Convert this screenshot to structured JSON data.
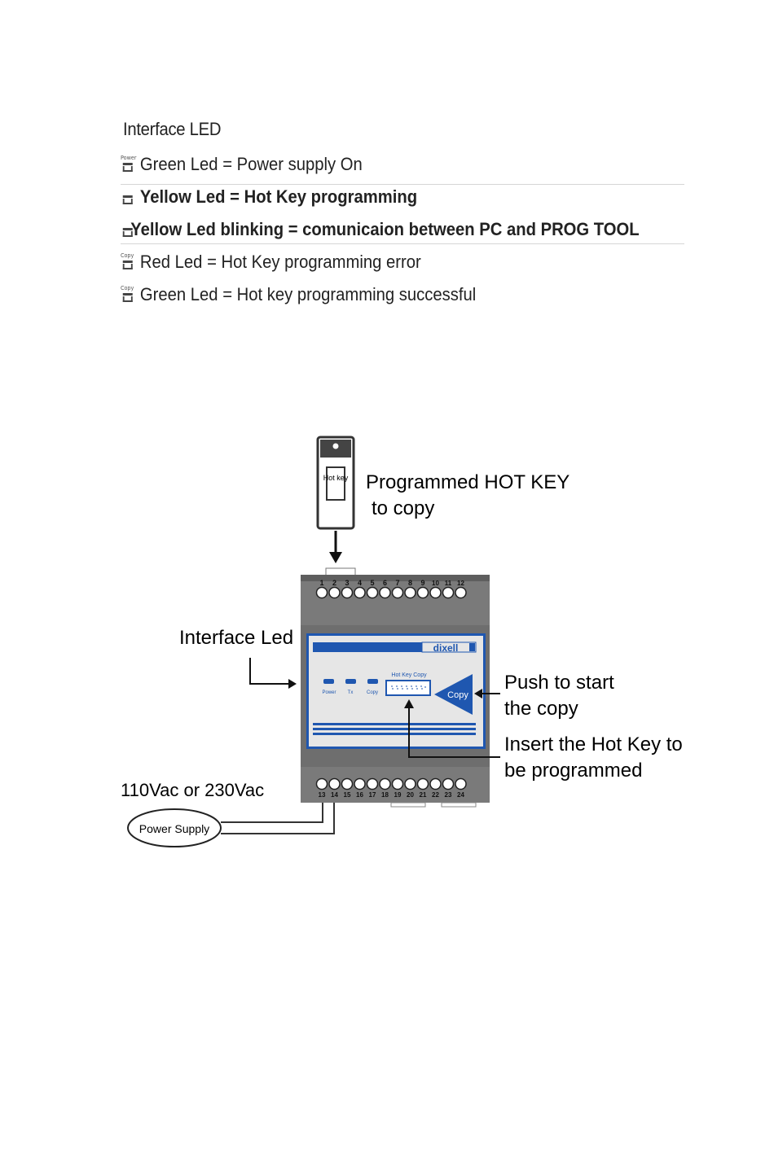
{
  "legend": {
    "title": "Interface LED",
    "rows": [
      {
        "icon_caption": "Power",
        "text": "Green Led = Power supply On"
      },
      {
        "icon_caption": "",
        "text": "Yellow Led = Hot Key programming"
      },
      {
        "icon_caption": "",
        "text": "Yellow Led blinking = comunicaion between PC and PROG TOOL"
      },
      {
        "icon_caption": "Copy",
        "text": "Red Led = Hot Key programming error"
      },
      {
        "icon_caption": "Copy",
        "text": "Green Led = Hot key programming successful"
      }
    ]
  },
  "diagram": {
    "hotkey_label": "Hot key",
    "programmed_label_line1": "Programmed HOT KEY",
    "programmed_label_line2": "to copy",
    "interface_led_label": "Interface Led",
    "brand": "dixell",
    "led_power": "Power",
    "led_tx": "Tx",
    "led_copy": "Copy",
    "hotkey_copy_label": "Hot Key Copy",
    "copy_button": "Copy",
    "push_line1": "Push to start",
    "push_line2": "the copy",
    "insert_line1": "Insert the Hot Key to",
    "insert_line2": "be programmed",
    "voltage_label": "110Vac or 230Vac",
    "power_supply_label": "Power Supply",
    "top_terminals": [
      "1",
      "2",
      "3",
      "4",
      "5",
      "6",
      "7",
      "8",
      "9",
      "10",
      "11",
      "12"
    ],
    "bottom_terminals": [
      "13",
      "14",
      "15",
      "16",
      "17",
      "18",
      "19",
      "20",
      "21",
      "22",
      "23",
      "24"
    ]
  },
  "colors": {
    "device_dark": "#666666",
    "device_mid": "#8a8a8a",
    "panel": "#e6e6e6",
    "accent_blue": "#1f57b0"
  }
}
